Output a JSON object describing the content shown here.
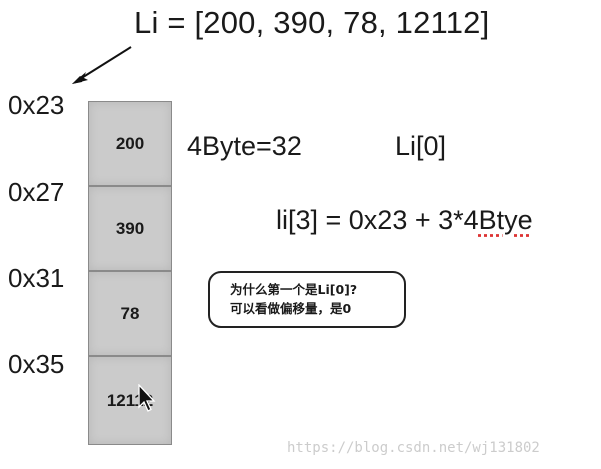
{
  "title": "Li = [200, 390, 78, 12112]",
  "addresses": [
    "0x23",
    "0x27",
    "0x31",
    "0x35"
  ],
  "cells": [
    "200",
    "390",
    "78",
    "12112"
  ],
  "byte_note": "4Byte=32",
  "index_label": "Li[0]",
  "formula": {
    "prefix": "li[3] = 0x23 + 3*4",
    "suffix": "Btye"
  },
  "bubble": {
    "line1": "为什么第一个是Li[0]?",
    "line2": "可以看做偏移量，是0"
  },
  "watermark": "https://blog.csdn.net/wj131802",
  "colors": {
    "cell": "#cbcbcb",
    "cell_border": "#8a8a8a",
    "watermark": "#cccccc"
  }
}
